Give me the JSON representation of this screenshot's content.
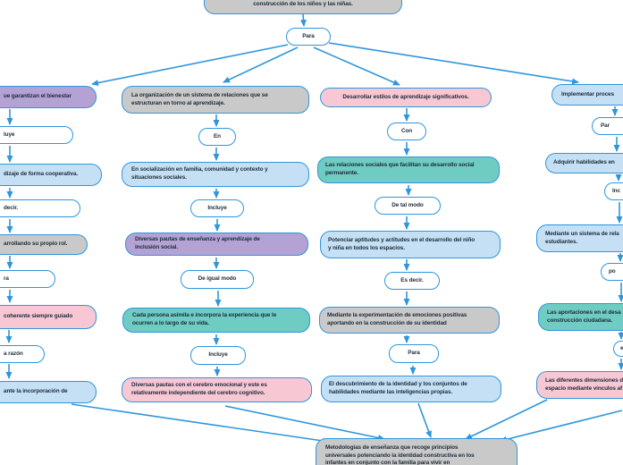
{
  "palette": {
    "arrow_blue": "#2E96DC",
    "gray": "#C9C9C9",
    "purple": "#B5A2D4",
    "teal": "#6FCCC2",
    "pink": "#F8C7D4",
    "light_blue": "#C5E0F4",
    "text": "#1c2b39"
  },
  "top": {
    "label": "construcción de los niños y las niñas.",
    "connector": "Para"
  },
  "col1": {
    "header": "ue garantizan el bienestar",
    "link1": "luye",
    "node1": "dizaje de forma cooperativa.",
    "link2": "decir.",
    "node2": "arrollando su propio rol.",
    "link3": "ra",
    "node3": "coherente siempre guiado",
    "link4": "a razón",
    "node4": "ante la incorporación de"
  },
  "col2": {
    "header": "La organización de un sistema de relaciones que se\nestructuran en torno al aprendizaje.",
    "link1": "En",
    "node1": "En socialización en familia, comunidad y contexto y\nsituaciones sociales.",
    "link2": "Incluye",
    "node2": "Diversas pautas de enseñanza y aprendizaje de\ninclusión social.",
    "link3": "De igual modo",
    "node3": "Cada persona asimila e incorpora la experiencia que le\nocurren a lo largo de su vida.",
    "link4": "Incluye",
    "node4": "Diversas pautas con el cerebro emocional y este es\nrelativamente independiente del cerebro cognitivo."
  },
  "col3": {
    "header": "Desarrollar estilos de aprendizaje significativos.",
    "link1": "Con",
    "node1": "Las relaciones sociales que facilitan su desarrollo social\npermanente.",
    "link2": "De tal modo",
    "node2": "Potenciar aptitudes y actitudes en el desarrollo del niño\ny niña en todos los espacios.",
    "link3": "Es decir.",
    "node3": "Mediante la experimentación de emociones positivas\naportando en la construcción de su identidad",
    "link4": "Para",
    "node4": "El descubrimiento de la identidad y los conjuntos de\nhabilidades mediante las inteligencias propias."
  },
  "col4": {
    "header": "Implementar proces",
    "link1": "Par",
    "node1": "Adquirir habilidades en",
    "link2": "Inc",
    "node2": "Mediante un sistema de rela\nestudiantes.",
    "link3": "po",
    "node3": "Las aportaciones en el desa\nconstrucción ciudadana.",
    "link4": "es",
    "node4": "Las diferentes dimensiones d\nespacio mediante vínculos af"
  },
  "bottom": {
    "label": "Metodologías de enseñanza que recoge principios\nuniversales potenciando la identidad constructiva en los\ninfantes en conjunto con la familia para vivir en"
  }
}
